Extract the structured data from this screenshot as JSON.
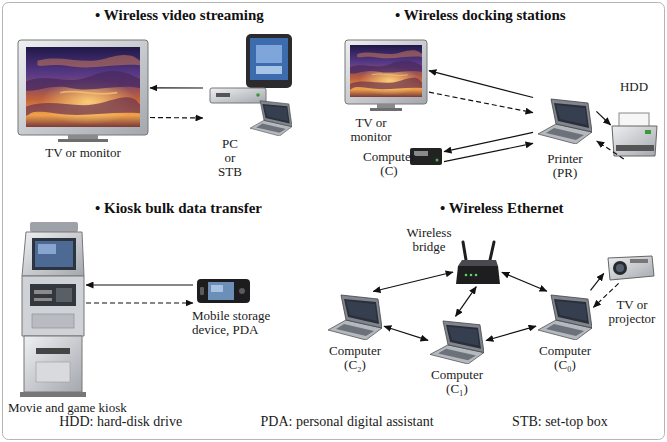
{
  "diagram": {
    "nodes": [
      {
        "text": [
          "TV or monitor"
        ]
      },
      {
        "text": [
          "PC or STB"
        ]
      },
      {
        "text": [
          "TV or monitor"
        ]
      },
      {
        "text": [
          "Computer (C)"
        ]
      },
      {
        "text": [
          "Printer (PR)"
        ]
      },
      {
        "text": [
          "HDD"
        ]
      },
      {
        "text": [
          "Movie and game kiosk"
        ]
      },
      {
        "text": [
          "Mobile storage device, PDA"
        ]
      },
      {
        "text": [
          "Wireless bridge"
        ]
      },
      {
        "text": [
          "TV or projector"
        ]
      },
      {
        "text": [
          "Computer (C₂)"
        ]
      },
      {
        "text": [
          "Computer (C₀)"
        ]
      },
      {
        "text": [
          "Computer (C₁)"
        ]
      }
    ],
    "edges": [
      {
        "from": 1,
        "to": 0,
        "arrow": "to"
      },
      {
        "from": 0,
        "to": 1,
        "arrow": "to"
      },
      {
        "from": 3,
        "to": 2,
        "arrow": "to"
      },
      {
        "from": 2,
        "to": 3,
        "arrow": "to"
      },
      {
        "from": 3,
        "to": 5,
        "arrow": "to"
      },
      {
        "from": 5,
        "to": 3,
        "arrow": "to"
      },
      {
        "from": 3,
        "to": 4,
        "arrow": "to"
      },
      {
        "from": 4,
        "to": 3,
        "arrow": "to"
      },
      {
        "from": 7,
        "to": 6,
        "arrow": "to"
      },
      {
        "from": 6,
        "to": 7,
        "arrow": "to"
      },
      {
        "from": 10,
        "to": 8,
        "arrow": "both"
      },
      {
        "from": 8,
        "to": 11,
        "arrow": "both"
      },
      {
        "from": 8,
        "to": 12,
        "arrow": "both"
      },
      {
        "from": 10,
        "to": 12,
        "arrow": "both"
      },
      {
        "from": 12,
        "to": 11,
        "arrow": "both"
      },
      {
        "from": 11,
        "to": 9,
        "arrow": "to"
      },
      {
        "from": 9,
        "to": 11,
        "arrow": "to"
      }
    ],
    "labels": [
      "• Wireless video streaming",
      "• Wireless docking stations",
      "• Kiosk bulk data transfer",
      "• Wireless Ethernet",
      "HDD: hard-disk drive",
      "PDA: personal digital assistant",
      "STB: set-top box"
    ]
  }
}
